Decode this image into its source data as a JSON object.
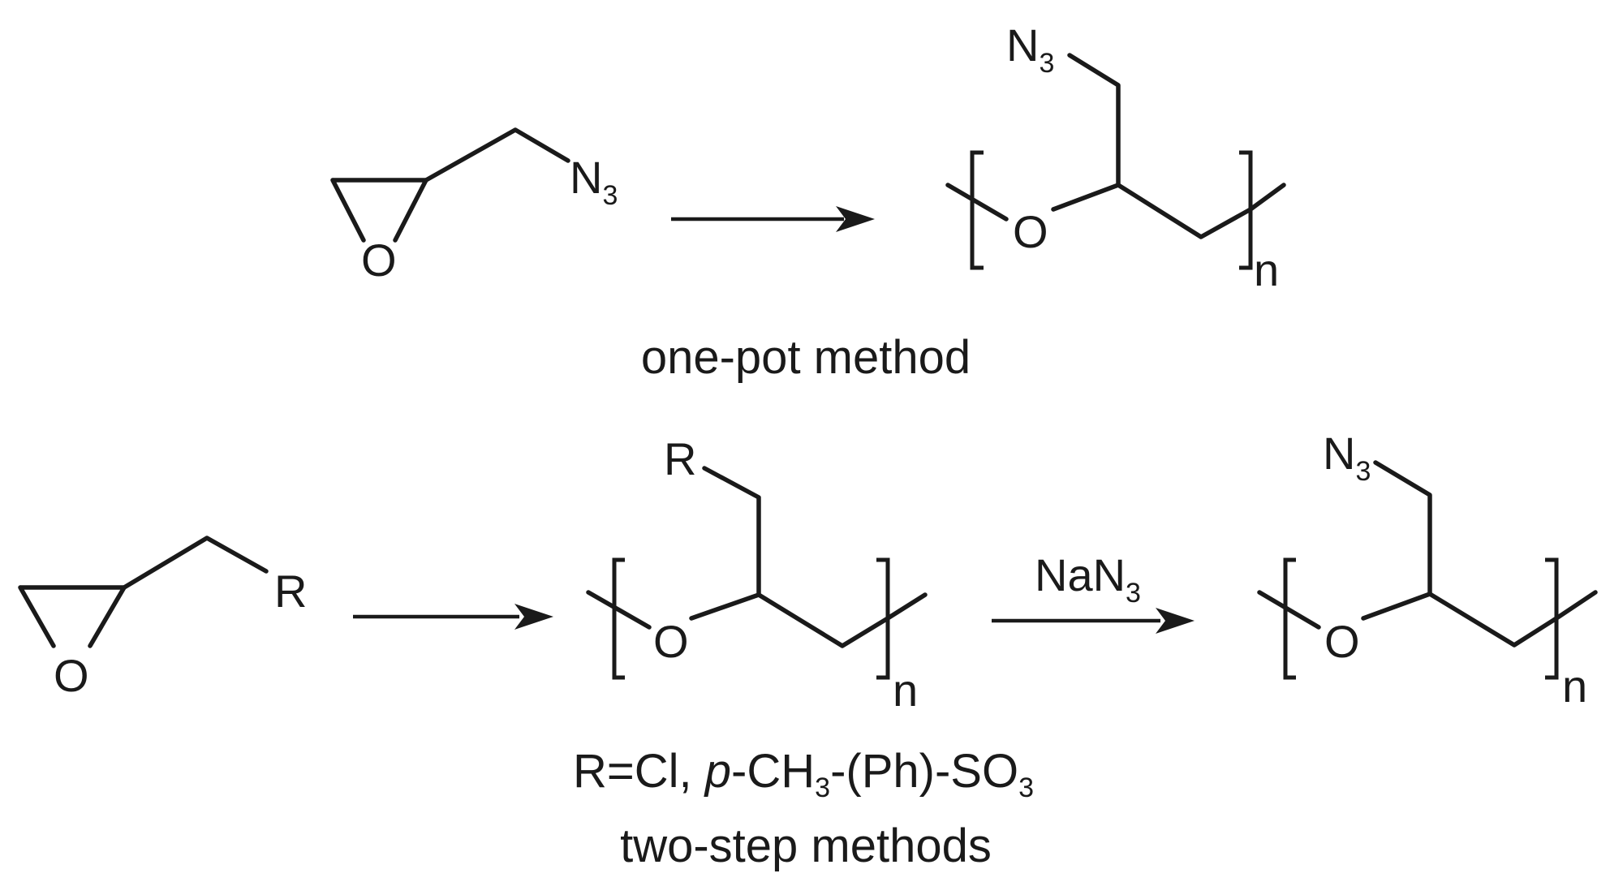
{
  "atoms": {
    "oxygen": "O",
    "azide": "N",
    "azide_sub": "3",
    "r_group": "R",
    "repeat_n": "n"
  },
  "reagent": {
    "main": "NaN",
    "sub": "3"
  },
  "captions": {
    "one_pot": "one-pot method",
    "r_def_1": "R=Cl, ",
    "r_def_italic": "p",
    "r_def_2": "-CH",
    "r_def_sub1": "3",
    "r_def_3": "-(Ph)-SO",
    "r_def_sub2": "3",
    "two_step": "two-step methods"
  },
  "colors": {
    "ink": "#1a1a1a",
    "background": "#ffffff"
  }
}
